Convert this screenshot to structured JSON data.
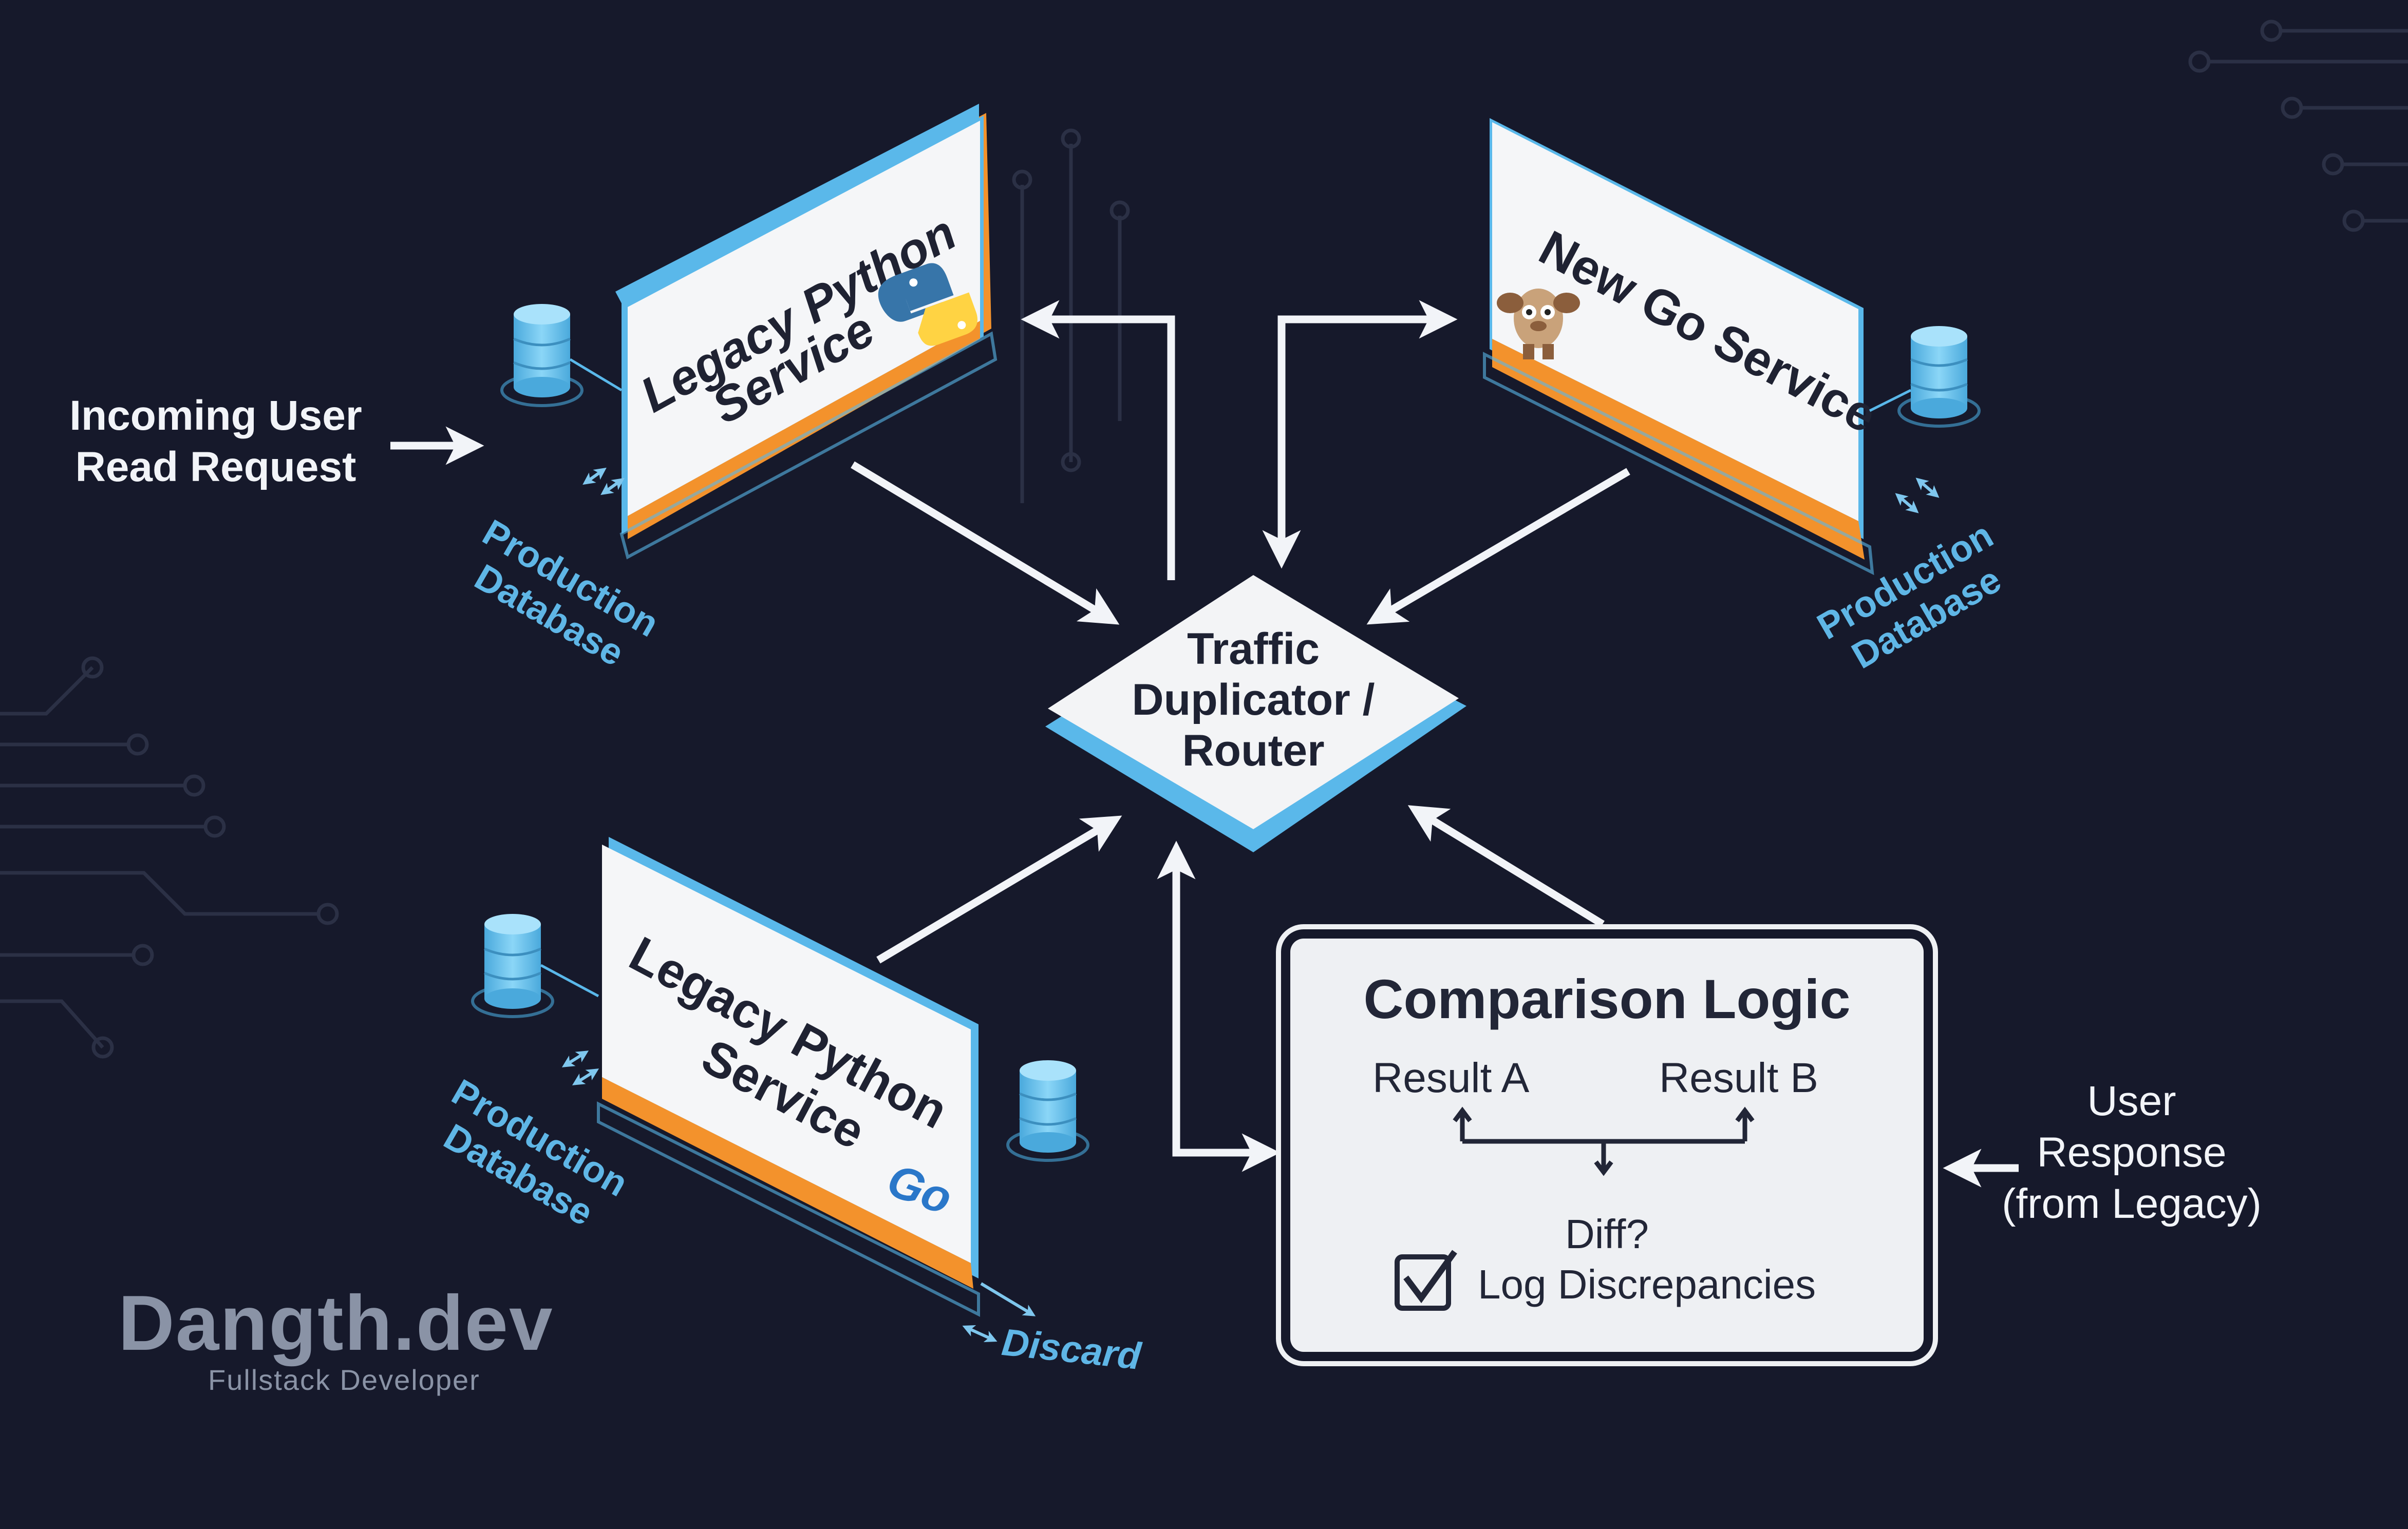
{
  "incoming_request": {
    "line1": "Incoming User",
    "line2": "Read Request"
  },
  "router": {
    "line1": "Traffic",
    "line2": "Duplicator /",
    "line3": "Router"
  },
  "services": {
    "legacy_top": {
      "line1": "Legacy Python",
      "line2": "Service",
      "icon": "python-logo"
    },
    "go_service": {
      "line1": "New Go Service",
      "icon": "gopher-mascot"
    },
    "legacy_bottom": {
      "line1": "Legacy Python",
      "line2": "Service",
      "icon": "go-logo"
    }
  },
  "databases": {
    "top_left": {
      "line1": "Production",
      "line2": "Database"
    },
    "top_right": {
      "line1": "Production",
      "line2": "Database"
    },
    "bottom_left": {
      "line1": "Production",
      "line2": "Database"
    }
  },
  "discard_label": "Discard",
  "comparison": {
    "title": "Comparison Logic",
    "result_a": "Result A",
    "result_b": "Result B",
    "diff": "Diff?",
    "log": "Log Discrepancies"
  },
  "user_response": {
    "line1": "User",
    "line2": "Response",
    "line3": "(from Legacy)"
  },
  "brand": {
    "name": "Dangth.dev",
    "tagline": "Fullstack Developer"
  },
  "colors": {
    "background": "#16192b",
    "panel": "#eef0f3",
    "panel_edge_blue": "#5ab8ea",
    "panel_edge_orange": "#f3922c",
    "database": "#6cc4ef",
    "arrow": "#f2f4f8",
    "db_label": "#5fb6e6"
  }
}
